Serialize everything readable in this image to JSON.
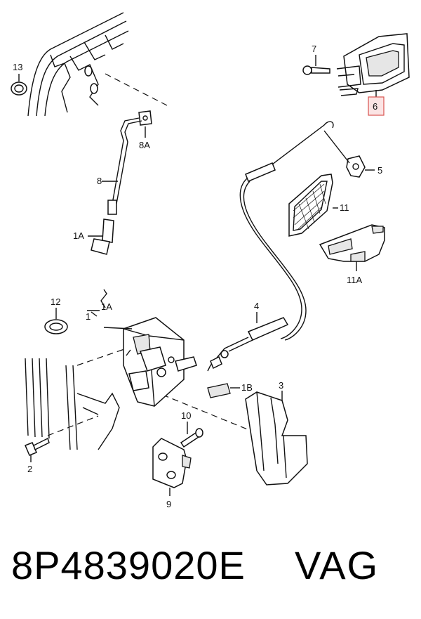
{
  "diagram": {
    "callouts": {
      "p1": "1",
      "p1a": "1A",
      "p1b": "1B",
      "p2": "2",
      "p3": "3",
      "p4": "4",
      "p5": "5",
      "p6": "6",
      "p7": "7",
      "p8": "8",
      "p8a": "8A",
      "p9": "9",
      "p10": "10",
      "p11": "11",
      "p11a": "11A",
      "p12": "12",
      "p13": "13",
      "p1a_rod": "1A"
    },
    "highlight_color": "#d9534f"
  },
  "footer": {
    "part_number": "8P4839020E",
    "brand": "VAG"
  }
}
